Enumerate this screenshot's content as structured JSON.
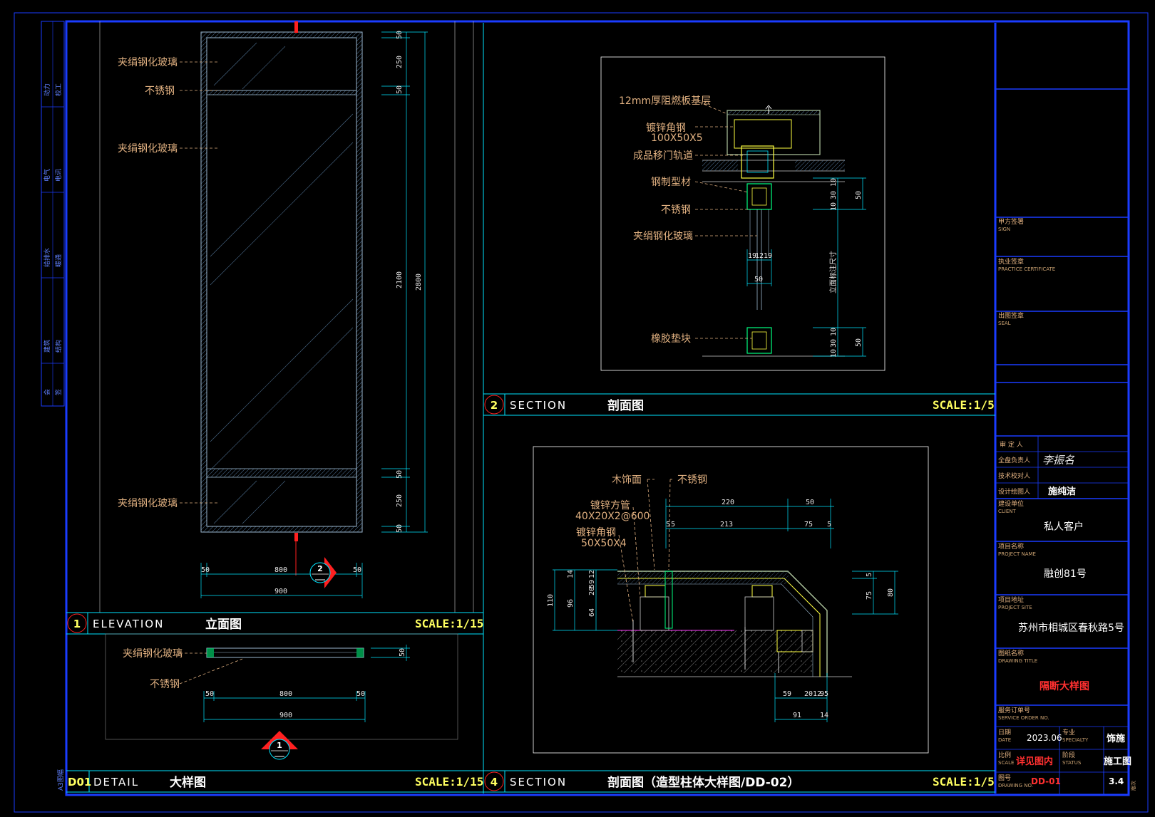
{
  "colors": {
    "background": "#000000",
    "border_blue": "#1a3cff",
    "cyan": "#00e5ff",
    "label_tan": "#e0b080",
    "scale_yellow": "#ffff60",
    "title_red": "#ff3030",
    "marker_red": "#ff2020"
  },
  "side_strip": {
    "cells": [
      {
        "a": "动力",
        "b": "校工"
      },
      {
        "a": "电气",
        "b": "电讯"
      },
      {
        "a": "给排水",
        "b": "暖通"
      },
      {
        "a": "建筑",
        "b": "结构"
      },
      {
        "a": "会",
        "b": "签"
      }
    ],
    "sheet_size": "A3图幅"
  },
  "elevation": {
    "labels": [
      "夹绢钢化玻璃",
      "不锈钢",
      "夹绢钢化玻璃",
      "夹绢钢化玻璃"
    ],
    "right_dims": [
      "50",
      "250",
      "50",
      "2100",
      "50",
      "250",
      "50"
    ],
    "total_height": "2800",
    "bottom_dims": [
      "50",
      "800",
      "50"
    ],
    "bottom_total": "900",
    "section_marker": "2",
    "title_bar": {
      "number": "1",
      "tag": "ELEVATION",
      "title": "立面图",
      "scale": "SCALE:1/15"
    }
  },
  "detail": {
    "labels": [
      "夹绢钢化玻璃",
      "不锈钢"
    ],
    "right_dim": "50",
    "bottom_dims": [
      "50",
      "800",
      "50"
    ],
    "bottom_total": "900",
    "marker": "1",
    "title_bar": {
      "number": "D01",
      "tag": "DETAIL",
      "title": "大样图",
      "scale": "SCALE:1/15"
    }
  },
  "section_top": {
    "labels": [
      "12mm厚阻燃板基层",
      "镀锌角钢",
      "100X50X5",
      "成品移门轨道",
      "钢制型材",
      "不锈钢",
      "夹绢钢化玻璃",
      "橡胶垫块"
    ],
    "width_dims": [
      "19",
      "12",
      "19"
    ],
    "width_total": "50",
    "top_right_dims": [
      "10",
      "30",
      "10"
    ],
    "top_right_total": "50",
    "bottom_right_dims": [
      "10",
      "30",
      "10"
    ],
    "bottom_right_total": "50",
    "vertical_note": "立面标注尺寸",
    "title_bar": {
      "number": "2",
      "tag": "SECTION",
      "title": "剖面图",
      "scale": "SCALE:1/5"
    }
  },
  "section_bottom": {
    "labels": [
      "木饰面",
      "不锈钢",
      "镀锌方管",
      "40X20X2@600",
      "镀锌角钢",
      "50X50X4"
    ],
    "top_dims": {
      "row1": [
        "220",
        "50"
      ],
      "row2": [
        "5",
        "5",
        "213",
        "75",
        "5"
      ]
    },
    "left_dims": [
      "14",
      "12",
      "9",
      "5",
      "20",
      "96",
      "64"
    ],
    "left_total": "110",
    "right_dims": [
      "5",
      "75"
    ],
    "right_total": "80",
    "bottom_dims": {
      "row1": [
        "59",
        "20",
        "12",
        "9",
        "5"
      ],
      "row2": [
        "91",
        "14"
      ]
    },
    "title_bar": {
      "number": "4",
      "tag": "SECTION",
      "title": "剖面图（造型柱体大样图/DD-02）",
      "scale": "SCALE:1/5"
    }
  },
  "title_block": {
    "sign_label": "甲方签署",
    "sign_en": "SIGN",
    "cert_label": "执业签章",
    "cert_en": "PRACTICE CERTIFICATE",
    "seal_label": "出图签章",
    "seal_en": "SEAL",
    "approve_label": "审 定 人",
    "leader_label": "全盘负责人",
    "leader_value": "李振名",
    "tech_label": "技术校对人",
    "designer_label": "设计绘图人",
    "designer_value": "施纯洁",
    "client_label": "建设单位",
    "client_en": "CLIENT",
    "client_value": "私人客户",
    "project_label": "项目名称",
    "project_en": "PROJECT NAME",
    "project_value": "融创81号",
    "site_label": "项目地址",
    "site_en": "PROJECT SITE",
    "site_value": "苏州市相城区春秋路5号",
    "drawing_label": "图纸名称",
    "drawing_en": "DRAWING TITLE",
    "drawing_value": "隔断大样图",
    "order_label": "服务订单号",
    "order_en": "SERVICE ORDER NO.",
    "date_label": "日期",
    "date_en": "DATE",
    "date_value": "2023.06",
    "specialty_label": "专业",
    "specialty_en": "SPECIALTY",
    "specialty_value": "饰施",
    "scale_label": "比例",
    "scale_en": "SCALE",
    "scale_value": "详见图内",
    "status_label": "阶段",
    "status_en": "STATUS",
    "status_value": "施工图",
    "number_label": "图号",
    "number_en": "DRAWING NO.",
    "number_value": "DD-01",
    "page_value": "3.4",
    "edition_label": "版次"
  }
}
